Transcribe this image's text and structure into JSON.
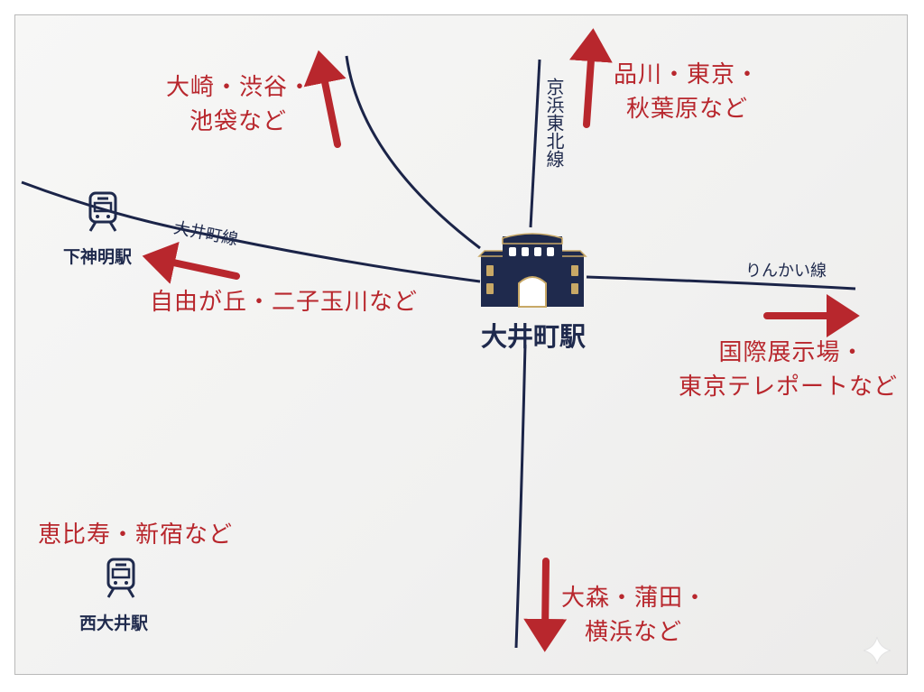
{
  "map": {
    "main_station": "大井町駅",
    "stations": {
      "shimoshinmei": "下神明駅",
      "nishioi": "西大井駅"
    },
    "lines": {
      "oimachi": "大井町線",
      "keihin_tohoku": "京浜東北線",
      "rinkai": "りんかい線"
    },
    "destinations": {
      "osaki": [
        "大崎・渋谷・",
        "池袋など"
      ],
      "shinagawa": [
        "品川・東京・",
        "秋葉原など"
      ],
      "jiyugaoka": "自由が丘・二子玉川など",
      "kokusai": [
        "国際展示場・",
        "東京テレポートなど"
      ],
      "omori": [
        "大森・蒲田・",
        "横浜など"
      ],
      "ebisu": "恵比寿・新宿など"
    },
    "colors": {
      "line": "#1b2448",
      "arrow": "#b8272d",
      "station_fill": "#1f2a4d",
      "gold": "#c8a866"
    },
    "icons": [
      "train-icon",
      "station-building-icon",
      "sparkle-icon"
    ]
  }
}
